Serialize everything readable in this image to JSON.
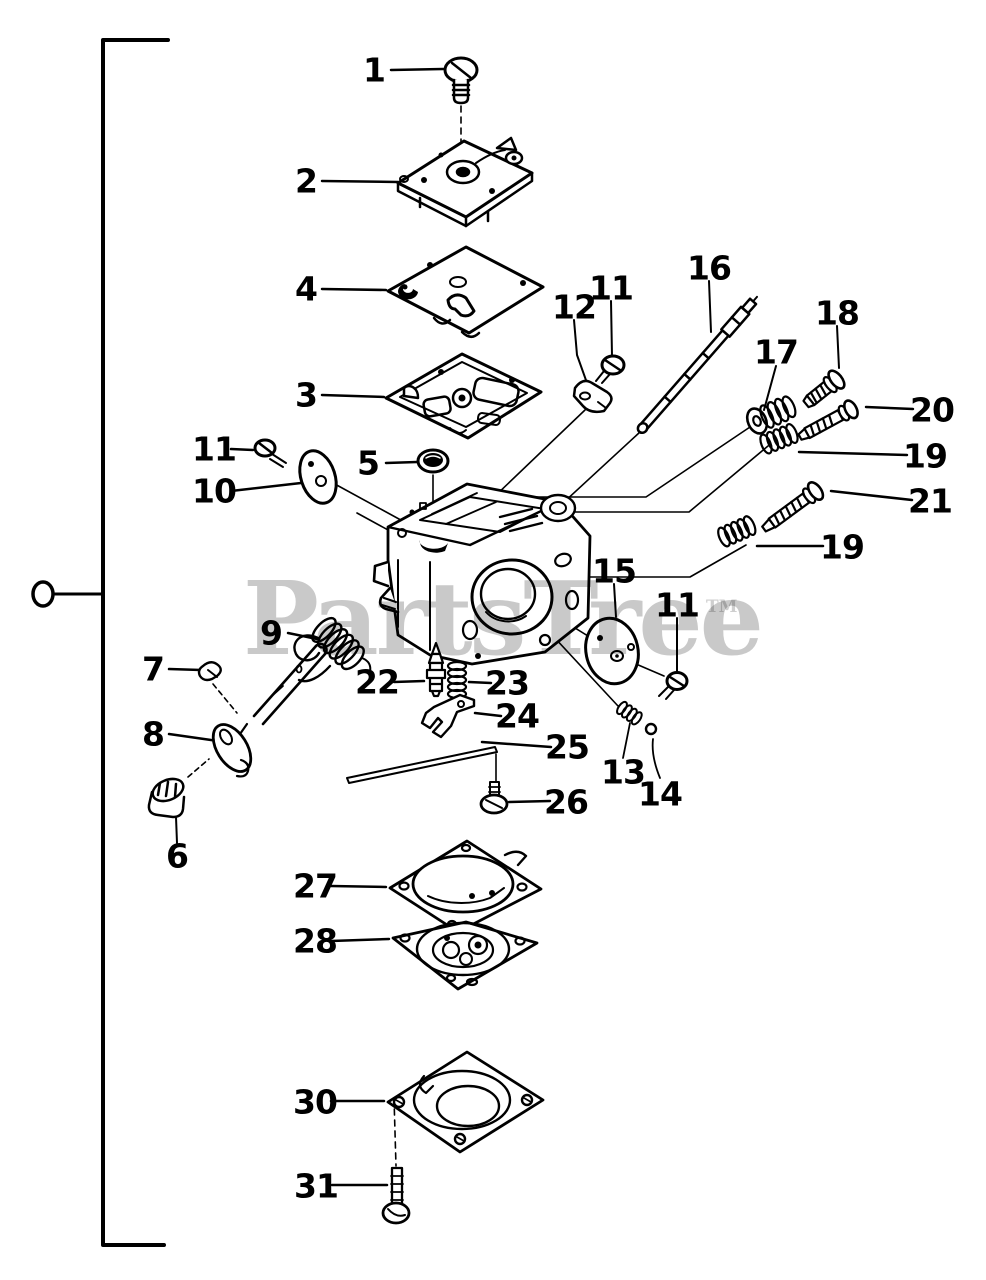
{
  "watermark": {
    "text": "PartsTree",
    "tm": "TM",
    "color": "#c9c9c9"
  },
  "colors": {
    "background": "#ffffff",
    "line": "#000000",
    "watermark": "#c9c9c9"
  },
  "part_labels": [
    {
      "num": "1"
    },
    {
      "num": "2"
    },
    {
      "num": "4"
    },
    {
      "num": "3"
    },
    {
      "num": "11"
    },
    {
      "num": "10"
    },
    {
      "num": "5"
    },
    {
      "num": "12"
    },
    {
      "num": "11"
    },
    {
      "num": "16"
    },
    {
      "num": "17"
    },
    {
      "num": "18"
    },
    {
      "num": "20"
    },
    {
      "num": "19"
    },
    {
      "num": "21"
    },
    {
      "num": "19"
    },
    {
      "num": "9"
    },
    {
      "num": "15"
    },
    {
      "num": "11"
    },
    {
      "num": "7"
    },
    {
      "num": "22"
    },
    {
      "num": "23"
    },
    {
      "num": "24"
    },
    {
      "num": "8"
    },
    {
      "num": "25"
    },
    {
      "num": "13"
    },
    {
      "num": "14"
    },
    {
      "num": "26"
    },
    {
      "num": "6"
    },
    {
      "num": "27"
    },
    {
      "num": "28"
    },
    {
      "num": "30"
    },
    {
      "num": "31"
    }
  ]
}
